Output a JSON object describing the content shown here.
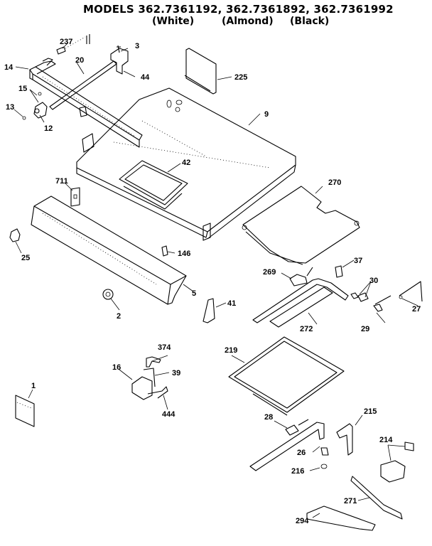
{
  "header": {
    "title": "MODELS 362.7361192, 362.7361892, 362.7361992",
    "variants": [
      "(White)",
      "(Almond)",
      "(Black)"
    ]
  },
  "parts": [
    {
      "id": "237",
      "name": "part-237"
    },
    {
      "id": "3",
      "name": "part-3"
    },
    {
      "id": "14",
      "name": "part-14"
    },
    {
      "id": "20",
      "name": "part-20"
    },
    {
      "id": "44",
      "name": "part-44"
    },
    {
      "id": "225",
      "name": "part-225"
    },
    {
      "id": "15",
      "name": "part-15"
    },
    {
      "id": "13",
      "name": "part-13"
    },
    {
      "id": "12",
      "name": "part-12"
    },
    {
      "id": "9",
      "name": "part-9"
    },
    {
      "id": "42",
      "name": "part-42"
    },
    {
      "id": "711",
      "name": "part-711"
    },
    {
      "id": "270",
      "name": "part-270"
    },
    {
      "id": "25",
      "name": "part-25"
    },
    {
      "id": "146",
      "name": "part-146"
    },
    {
      "id": "37",
      "name": "part-37"
    },
    {
      "id": "269",
      "name": "part-269"
    },
    {
      "id": "30",
      "name": "part-30"
    },
    {
      "id": "5",
      "name": "part-5"
    },
    {
      "id": "2",
      "name": "part-2"
    },
    {
      "id": "41",
      "name": "part-41"
    },
    {
      "id": "27",
      "name": "part-27"
    },
    {
      "id": "29",
      "name": "part-29"
    },
    {
      "id": "272",
      "name": "part-272"
    },
    {
      "id": "374",
      "name": "part-374"
    },
    {
      "id": "16",
      "name": "part-16"
    },
    {
      "id": "39",
      "name": "part-39"
    },
    {
      "id": "219",
      "name": "part-219"
    },
    {
      "id": "1",
      "name": "part-1"
    },
    {
      "id": "444",
      "name": "part-444"
    },
    {
      "id": "28",
      "name": "part-28"
    },
    {
      "id": "215",
      "name": "part-215"
    },
    {
      "id": "214",
      "name": "part-214"
    },
    {
      "id": "26",
      "name": "part-26"
    },
    {
      "id": "216",
      "name": "part-216"
    },
    {
      "id": "271",
      "name": "part-271"
    },
    {
      "id": "294",
      "name": "part-294"
    }
  ]
}
